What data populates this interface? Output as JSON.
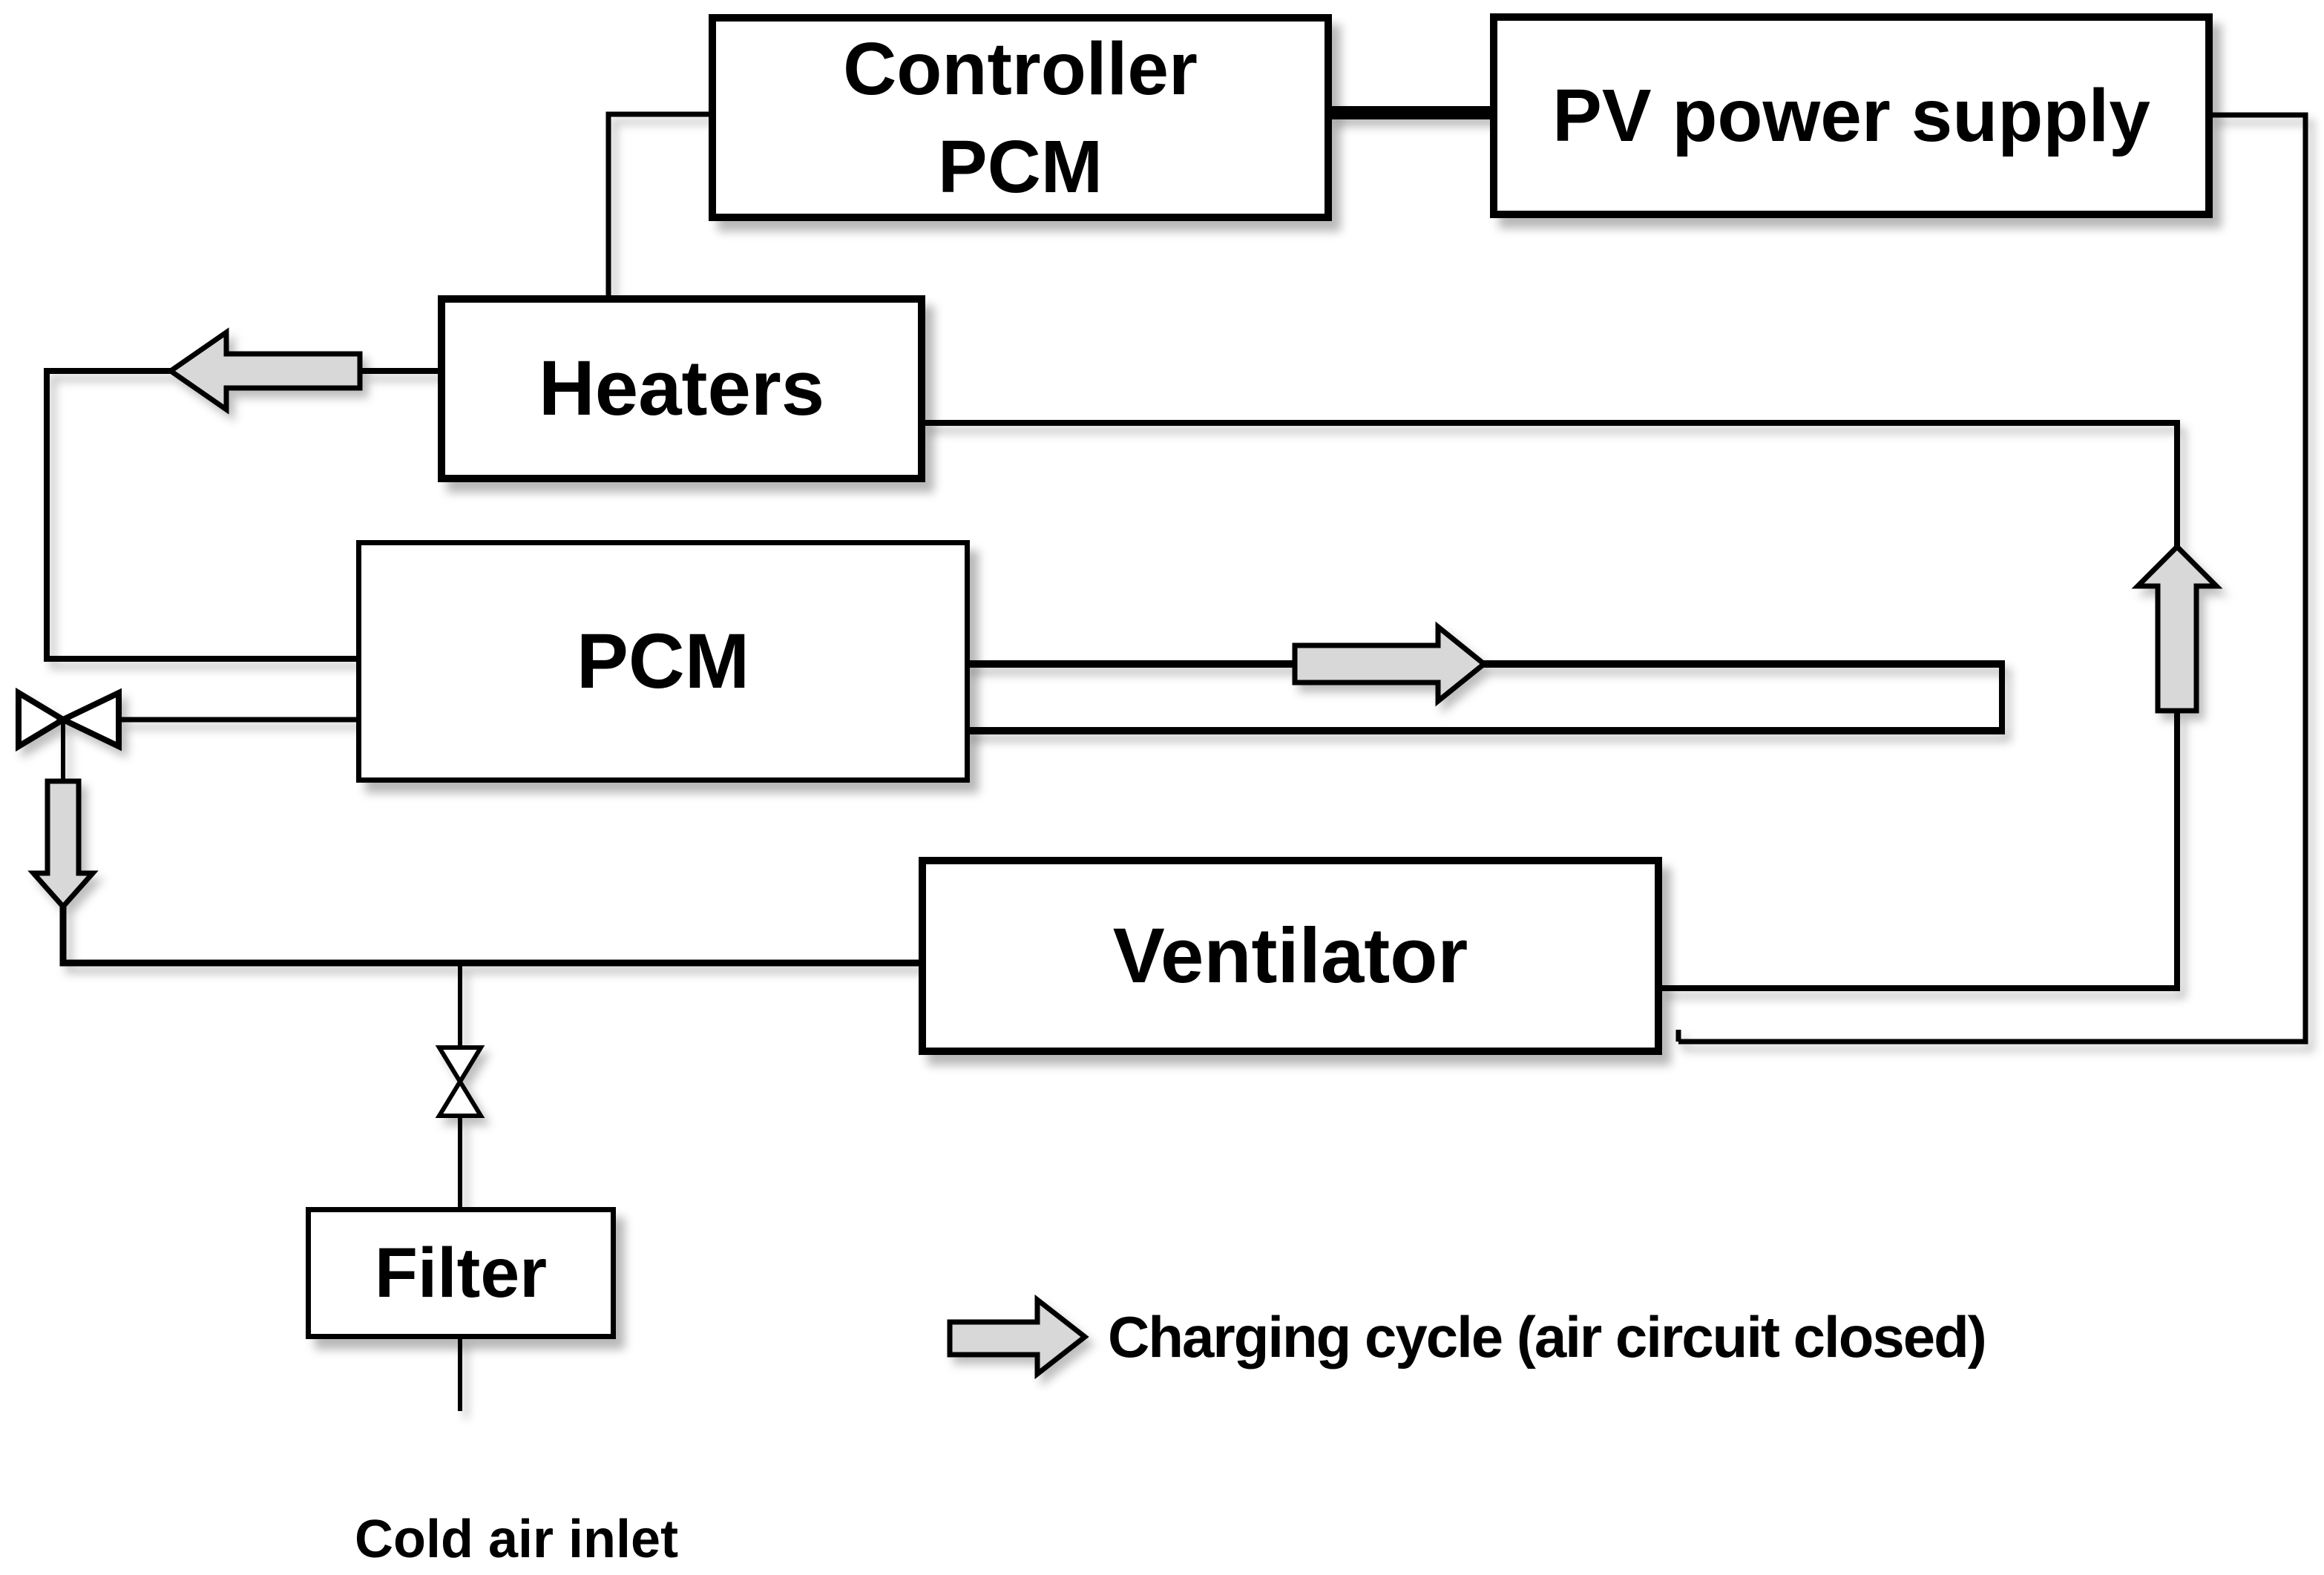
{
  "palette": {
    "background": "#ffffff",
    "line": "#000000",
    "arrow_fill": "#d8d8d8",
    "valve_fill": "#ffffff"
  },
  "boxes": {
    "controller": {
      "line1": "Controller",
      "line2": "PCM"
    },
    "pv_power_supply": {
      "label": "PV power supply"
    },
    "heaters": {
      "label": "Heaters"
    },
    "pcm": {
      "label": "PCM"
    },
    "ventilator": {
      "label": "Ventilator"
    },
    "filter": {
      "label": "Filter"
    }
  },
  "labels": {
    "cold_air_inlet": "Cold air inlet",
    "legend": "Charging cycle (air circuit closed)"
  },
  "icons": {
    "flow_arrows": [
      "flow-arrow-left-icon",
      "flow-arrow-down-icon",
      "flow-arrow-right-icon",
      "flow-arrow-up-icon",
      "legend-arrow-icon"
    ],
    "valves": [
      "valve-horizontal-icon",
      "valve-vertical-icon"
    ]
  }
}
